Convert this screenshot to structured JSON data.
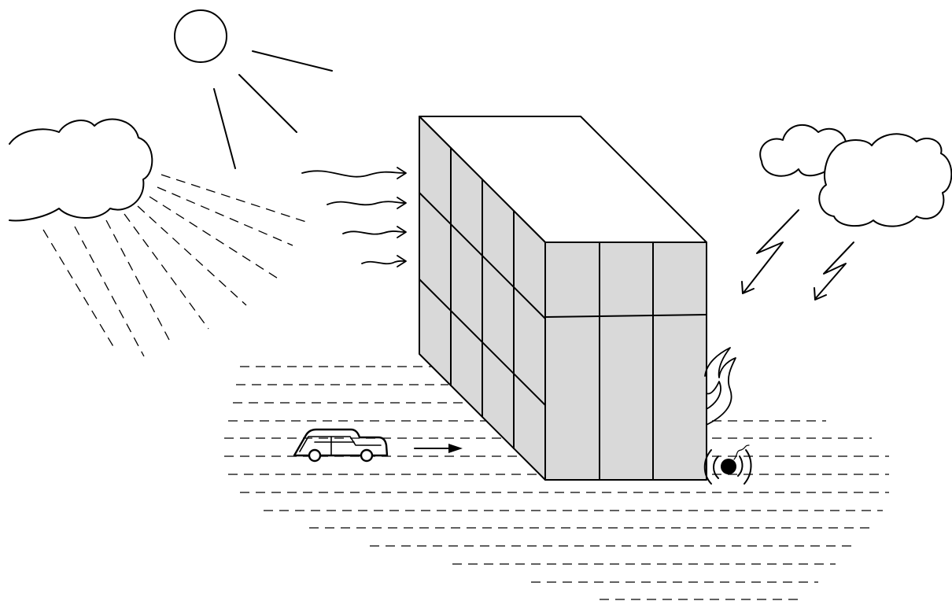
{
  "diagram": {
    "elements": [
      "sun-icon",
      "rain-cloud-icon",
      "wind-arrows",
      "building",
      "storm-clouds-icon",
      "lightning-bolt-icon",
      "fire-icon",
      "bomb-icon",
      "car-icon",
      "flood-water"
    ]
  },
  "colors": {
    "building_panel": "#d9d9d9",
    "line": "#000000",
    "background": "#ffffff"
  }
}
